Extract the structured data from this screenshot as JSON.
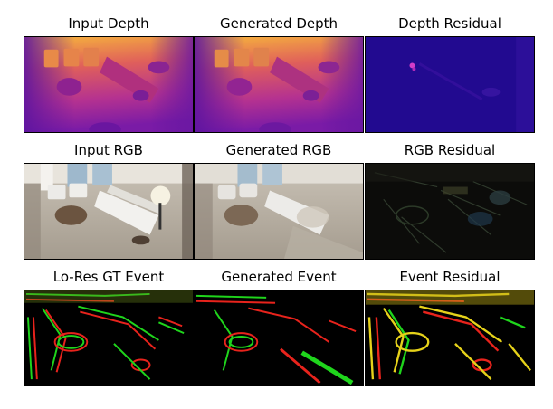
{
  "figure": {
    "rows": [
      {
        "panels": [
          {
            "title": "Input Depth",
            "kind": "depth"
          },
          {
            "title": "Generated Depth",
            "kind": "depth"
          },
          {
            "title": "Depth Residual",
            "kind": "depth-residual"
          }
        ]
      },
      {
        "panels": [
          {
            "title": "Input RGB",
            "kind": "rgb"
          },
          {
            "title": "Generated RGB",
            "kind": "rgb-blur"
          },
          {
            "title": "RGB Residual",
            "kind": "rgb-residual"
          }
        ]
      },
      {
        "panels": [
          {
            "title": "Lo-Res GT Event",
            "kind": "event"
          },
          {
            "title": "Generated Event",
            "kind": "event-gen"
          },
          {
            "title": "Event Residual",
            "kind": "event-residual"
          }
        ]
      }
    ],
    "colors": {
      "depth_far": "#f4a53a",
      "depth_mid": "#c13c8a",
      "depth_near": "#5a14a0",
      "residual_bg": "#1c0a8c",
      "event_red": "#e8231c",
      "event_green": "#1fd51c",
      "event_yellow": "#e6d21a"
    }
  }
}
